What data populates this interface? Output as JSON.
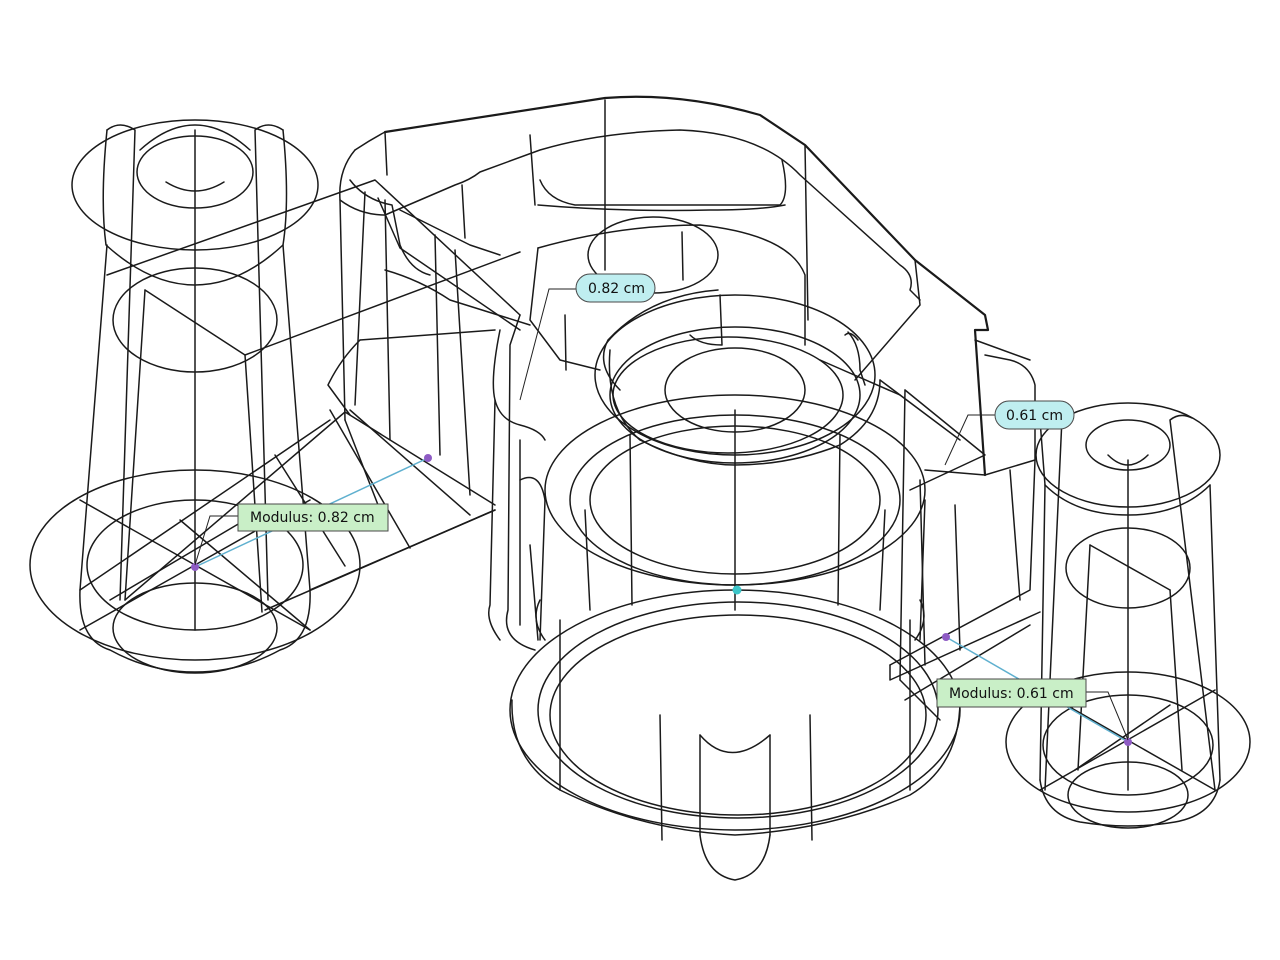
{
  "annotations": {
    "left_modulus_label": "Modulus: 0.82 cm",
    "right_modulus_label": "Modulus: 0.61 cm",
    "left_thickness_label": "0.82 cm",
    "right_thickness_label": "0.61 cm"
  },
  "colors": {
    "wire": "#1a1a1a",
    "modulus_tag_fill": "#c9efc7",
    "thickness_pill_fill": "#bfeef0",
    "measure_line": "#5fb0cf",
    "left_point": "#8e5bc4",
    "center_point": "#3cc6c9"
  }
}
